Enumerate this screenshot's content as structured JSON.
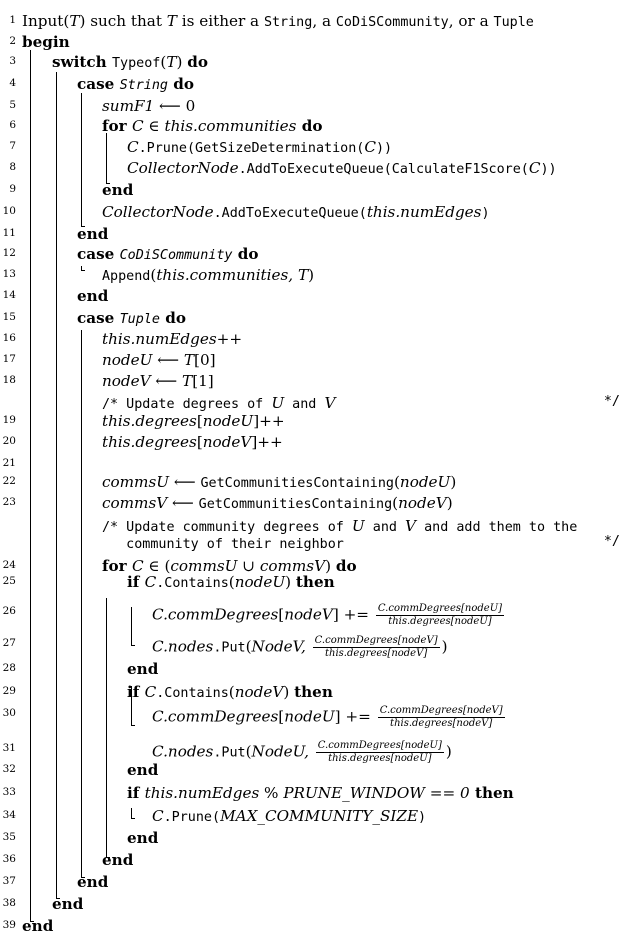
{
  "lines": [
    {
      "n": "1",
      "segs": [
        [
          "Input(",
          "r"
        ],
        [
          "T",
          "it"
        ],
        [
          ") such that ",
          "r"
        ],
        [
          "T",
          "it"
        ],
        [
          " is either a ",
          "r"
        ],
        [
          "String",
          "tt"
        ],
        [
          ", a ",
          "r"
        ],
        [
          "CoDiSCommunity",
          "tt"
        ],
        [
          ", or a ",
          "r"
        ],
        [
          "Tuple",
          "tt"
        ]
      ]
    },
    {
      "n": "2",
      "segs": [
        [
          "begin",
          "kw"
        ]
      ]
    },
    {
      "n": "3",
      "segs": [
        [
          "switch ",
          "kw"
        ],
        [
          "Typeof",
          "tt"
        ],
        [
          "(",
          "r"
        ],
        [
          "T",
          "it"
        ],
        [
          ") ",
          "r"
        ],
        [
          "do",
          "kw"
        ]
      ]
    },
    {
      "n": "4",
      "segs": [
        [
          "case ",
          "kw"
        ],
        [
          "String",
          "itt"
        ],
        [
          " do",
          "kw"
        ]
      ]
    },
    {
      "n": "5",
      "segs": [
        [
          "sumF1",
          "it"
        ],
        [
          " ⟵ 0",
          "r"
        ]
      ]
    },
    {
      "n": "6",
      "segs": [
        [
          "for ",
          "kw"
        ],
        [
          "C",
          "it"
        ],
        [
          " ∈ ",
          "r"
        ],
        [
          "this.communities",
          "it"
        ],
        [
          " do",
          "kw"
        ]
      ]
    },
    {
      "n": "7",
      "segs": [
        [
          "C",
          "it"
        ],
        [
          ".Prune(GetSizeDetermination(",
          "tt"
        ],
        [
          "C",
          "it"
        ],
        [
          "))",
          "tt"
        ]
      ]
    },
    {
      "n": "8",
      "segs": [
        [
          "CollectorNode",
          "it"
        ],
        [
          ".AddToExecuteQueue(CalculateF1Score(",
          "tt"
        ],
        [
          "C",
          "it"
        ],
        [
          "))",
          "tt"
        ]
      ]
    },
    {
      "n": "9",
      "segs": [
        [
          "end",
          "kw"
        ]
      ]
    },
    {
      "n": "10",
      "segs": [
        [
          "CollectorNode",
          "it"
        ],
        [
          ".AddToExecuteQueue(",
          "tt"
        ],
        [
          "this.numEdges",
          "it"
        ],
        [
          ")",
          "tt"
        ]
      ]
    },
    {
      "n": "11",
      "segs": [
        [
          "end",
          "kw"
        ]
      ]
    },
    {
      "n": "12",
      "segs": [
        [
          "case ",
          "kw"
        ],
        [
          "CoDiSCommunity",
          "itt"
        ],
        [
          " do",
          "kw"
        ]
      ]
    },
    {
      "n": "13",
      "segs": [
        [
          "Append",
          "tt"
        ],
        [
          "(",
          "r"
        ],
        [
          "this.communities, T",
          "it"
        ],
        [
          ")",
          "r"
        ]
      ]
    },
    {
      "n": "14",
      "segs": [
        [
          "end",
          "kw"
        ]
      ]
    },
    {
      "n": "15",
      "segs": [
        [
          "case ",
          "kw"
        ],
        [
          "Tuple",
          "itt"
        ],
        [
          " do",
          "kw"
        ]
      ]
    },
    {
      "n": "16",
      "segs": [
        [
          "this.numEdges",
          "it"
        ],
        [
          "++",
          "r"
        ]
      ]
    },
    {
      "n": "17",
      "segs": [
        [
          "nodeU",
          "it"
        ],
        [
          " ⟵ ",
          "r"
        ],
        [
          "T",
          "it"
        ],
        [
          "[0]",
          "r"
        ]
      ]
    },
    {
      "n": "18",
      "segs": [
        [
          "nodeV",
          "it"
        ],
        [
          " ⟵ ",
          "r"
        ],
        [
          "T",
          "it"
        ],
        [
          "[1]",
          "r"
        ]
      ]
    },
    {
      "n": "",
      "segs": [
        [
          "/* Update degrees of ",
          "tt"
        ],
        [
          "U",
          "it"
        ],
        [
          " and ",
          "tt"
        ],
        [
          "V",
          "it"
        ]
      ],
      "cmt": "*/"
    },
    {
      "n": "19",
      "segs": [
        [
          "this.degrees",
          "it"
        ],
        [
          "[",
          "r"
        ],
        [
          "nodeU",
          "it"
        ],
        [
          "]++",
          "r"
        ]
      ]
    },
    {
      "n": "20",
      "segs": [
        [
          "this.degrees",
          "it"
        ],
        [
          "[",
          "r"
        ],
        [
          "nodeV",
          "it"
        ],
        [
          "]++",
          "r"
        ]
      ]
    },
    {
      "n": "21",
      "segs": []
    },
    {
      "n": "22",
      "segs": [
        [
          "commsU",
          "it"
        ],
        [
          " ⟵ ",
          "r"
        ],
        [
          "GetCommunitiesContaining",
          "tt"
        ],
        [
          "(",
          "r"
        ],
        [
          "nodeU",
          "it"
        ],
        [
          ")",
          "r"
        ]
      ]
    },
    {
      "n": "23",
      "segs": [
        [
          "commsV",
          "it"
        ],
        [
          " ⟵ ",
          "r"
        ],
        [
          "GetCommunitiesContaining",
          "tt"
        ],
        [
          "(",
          "r"
        ],
        [
          "nodeV",
          "it"
        ],
        [
          ")",
          "r"
        ]
      ]
    },
    {
      "n": "",
      "segs": [
        [
          "/* Update community degrees of ",
          "tt"
        ],
        [
          "U",
          "it"
        ],
        [
          " and ",
          "tt"
        ],
        [
          "V",
          "it"
        ],
        [
          " and add them to the",
          "tt"
        ]
      ]
    },
    {
      "n": "",
      "segs": [
        [
          "   community of their neighbor",
          "tt"
        ]
      ],
      "cmt": "*/"
    },
    {
      "n": "24",
      "segs": [
        [
          "for ",
          "kw"
        ],
        [
          "C",
          "it"
        ],
        [
          " ∈ (",
          "r"
        ],
        [
          "commsU",
          "it"
        ],
        [
          " ∪ ",
          "r"
        ],
        [
          "commsV",
          "it"
        ],
        [
          ") ",
          "r"
        ],
        [
          "do",
          "kw"
        ]
      ]
    },
    {
      "n": "25",
      "segs": [
        [
          "if ",
          "kw"
        ],
        [
          "C",
          "it"
        ],
        [
          ".Contains",
          "tt"
        ],
        [
          "(",
          "r"
        ],
        [
          "nodeU",
          "it"
        ],
        [
          ") ",
          "r"
        ],
        [
          "then",
          "kw"
        ]
      ]
    },
    {
      "n": "26",
      "segs": [
        [
          "C.commDegrees",
          "it"
        ],
        [
          "[",
          "r"
        ],
        [
          "nodeV",
          "it"
        ],
        [
          "] += ",
          "r"
        ],
        [
          "FRAC",
          "frac",
          "C.commDegrees[nodeU]",
          "this.degrees[nodeU]"
        ]
      ]
    },
    {
      "n": "27",
      "segs": [
        [
          "C.nodes",
          "it"
        ],
        [
          ".Put",
          "tt"
        ],
        [
          "(",
          "r"
        ],
        [
          "NodeV, ",
          "it"
        ],
        [
          "FRAC",
          "frac",
          "C.commDegrees[nodeV]",
          "this.degrees[nodeV]"
        ],
        [
          ")",
          "r"
        ]
      ]
    },
    {
      "n": "28",
      "segs": [
        [
          "end",
          "kw"
        ]
      ]
    },
    {
      "n": "29",
      "segs": [
        [
          "if ",
          "kw"
        ],
        [
          "C",
          "it"
        ],
        [
          ".Contains",
          "tt"
        ],
        [
          "(",
          "r"
        ],
        [
          "nodeV",
          "it"
        ],
        [
          ") ",
          "r"
        ],
        [
          "then",
          "kw"
        ]
      ]
    },
    {
      "n": "30",
      "segs": [
        [
          "C.commDegrees",
          "it"
        ],
        [
          "[",
          "r"
        ],
        [
          "nodeU",
          "it"
        ],
        [
          "] += ",
          "r"
        ],
        [
          "FRAC",
          "frac",
          "C.commDegrees[nodeV]",
          "this.degrees[nodeV]"
        ]
      ]
    },
    {
      "n": "31",
      "segs": [
        [
          "C.nodes",
          "it"
        ],
        [
          ".Put",
          "tt"
        ],
        [
          "(",
          "r"
        ],
        [
          "NodeU, ",
          "it"
        ],
        [
          "FRAC",
          "frac",
          "C.commDegrees[nodeU]",
          "this.degrees[nodeU]"
        ],
        [
          ")",
          "r"
        ]
      ]
    },
    {
      "n": "32",
      "segs": [
        [
          "end",
          "kw"
        ]
      ]
    },
    {
      "n": "33",
      "segs": [
        [
          "if ",
          "kw"
        ],
        [
          "this.numEdges",
          "it"
        ],
        [
          " % ",
          "r"
        ],
        [
          "PRUNE_WINDOW",
          "it"
        ],
        [
          " == ",
          "r"
        ],
        [
          "0",
          "it"
        ],
        [
          " then",
          "kw"
        ]
      ]
    },
    {
      "n": "34",
      "segs": [
        [
          "C",
          "it"
        ],
        [
          ".Prune",
          "tt"
        ],
        [
          "(",
          "tt"
        ],
        [
          "MAX_COMMUNITY_SIZE",
          "it"
        ],
        [
          ")",
          "tt"
        ]
      ]
    },
    {
      "n": "35",
      "segs": [
        [
          "end",
          "kw"
        ]
      ]
    },
    {
      "n": "36",
      "segs": [
        [
          "end",
          "kw"
        ]
      ]
    },
    {
      "n": "37",
      "segs": [
        [
          "end",
          "kw"
        ]
      ]
    },
    {
      "n": "38",
      "segs": [
        [
          "end",
          "kw"
        ]
      ]
    },
    {
      "n": "39",
      "segs": [
        [
          "end",
          "kw"
        ]
      ]
    }
  ]
}
